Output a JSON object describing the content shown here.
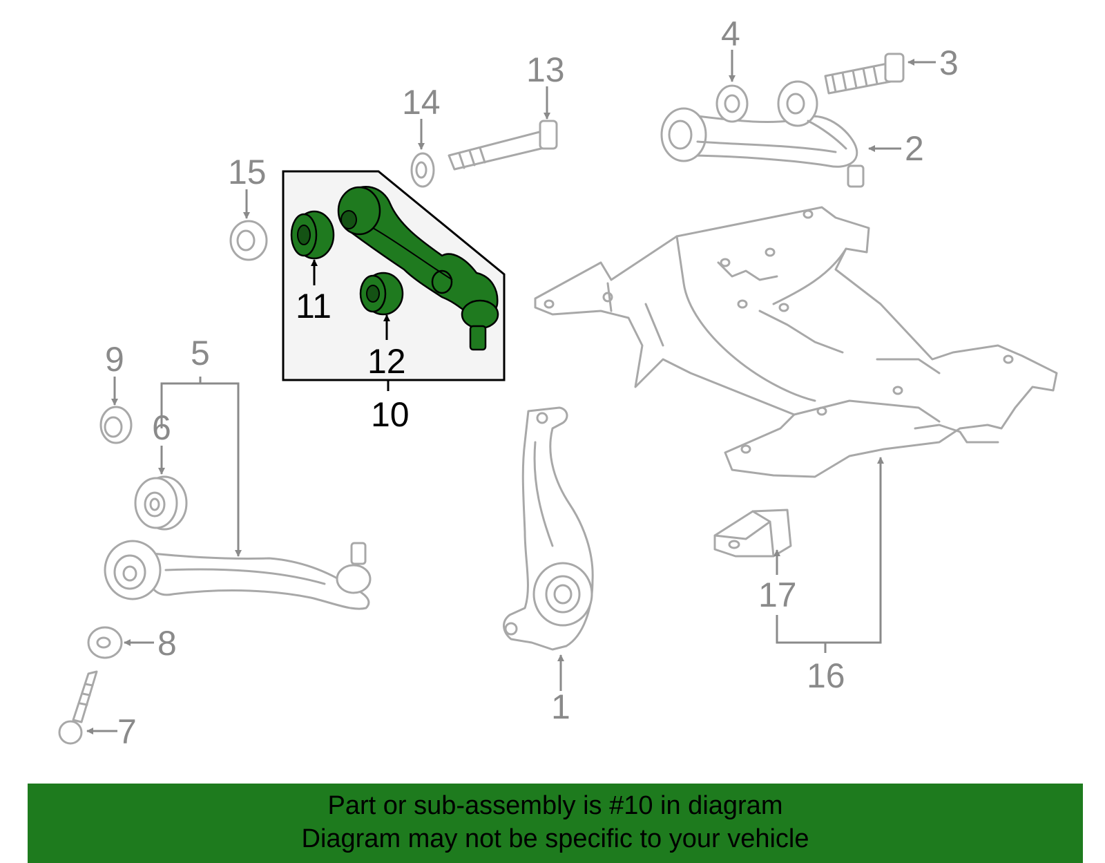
{
  "callouts": {
    "c1": "1",
    "c2": "2",
    "c3": "3",
    "c4": "4",
    "c5": "5",
    "c6": "6",
    "c7": "7",
    "c8": "8",
    "c9": "9",
    "c10": "10",
    "c11": "11",
    "c12": "12",
    "c13": "13",
    "c14": "14",
    "c15": "15",
    "c16": "16",
    "c17": "17"
  },
  "highlight": {
    "part_number": "10",
    "color": "#1e7b1e"
  },
  "banner": {
    "line1": "Part or sub-assembly is #10 in diagram",
    "line2": "Diagram may not be specific to your vehicle",
    "background": "#1e7b1e"
  }
}
